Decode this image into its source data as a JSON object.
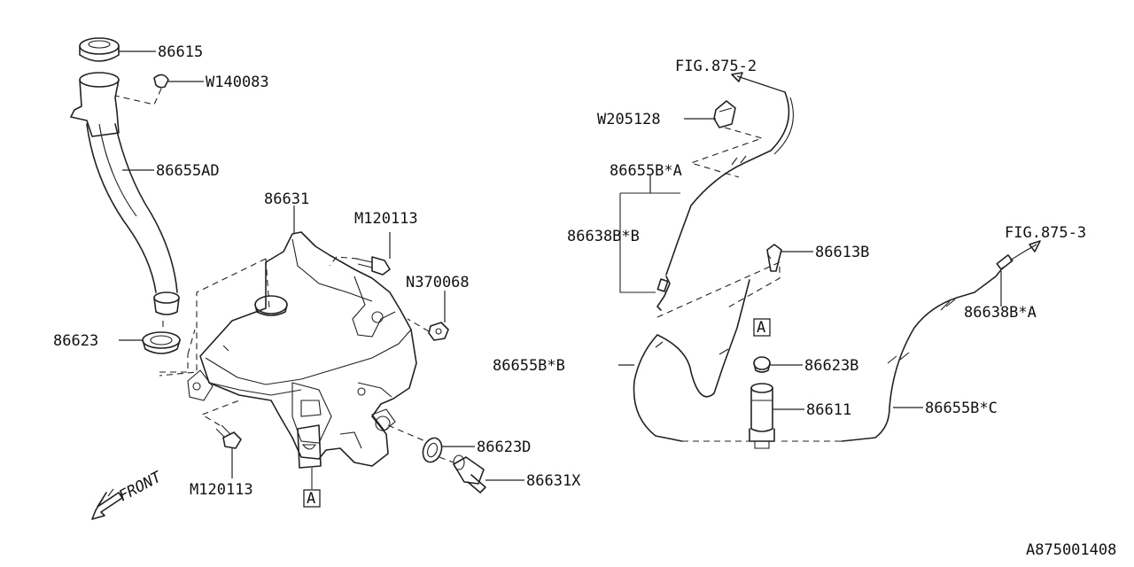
{
  "diagram_id": "A875001408",
  "direction_label": "FRONT",
  "figure_refs": {
    "upper": "FIG.875-2",
    "right": "FIG.875-3"
  },
  "reference_mark": "A",
  "callouts": {
    "p86615": "86615",
    "w140083": "W140083",
    "p86655ad": "86655AD",
    "p86631": "86631",
    "m120113_top": "M120113",
    "n370068": "N370068",
    "p86623": "86623",
    "p86623d": "86623D",
    "p86631x": "86631X",
    "m120113_bottom": "M120113",
    "w205128": "W205128",
    "p86655b_a": "86655B*A",
    "p86638b_b": "86638B*B",
    "p86613b": "86613B",
    "p86655b_b": "86655B*B",
    "p86623b": "86623B",
    "p86611": "86611",
    "p86655b_c": "86655B*C",
    "p86638b_a": "86638B*A"
  }
}
